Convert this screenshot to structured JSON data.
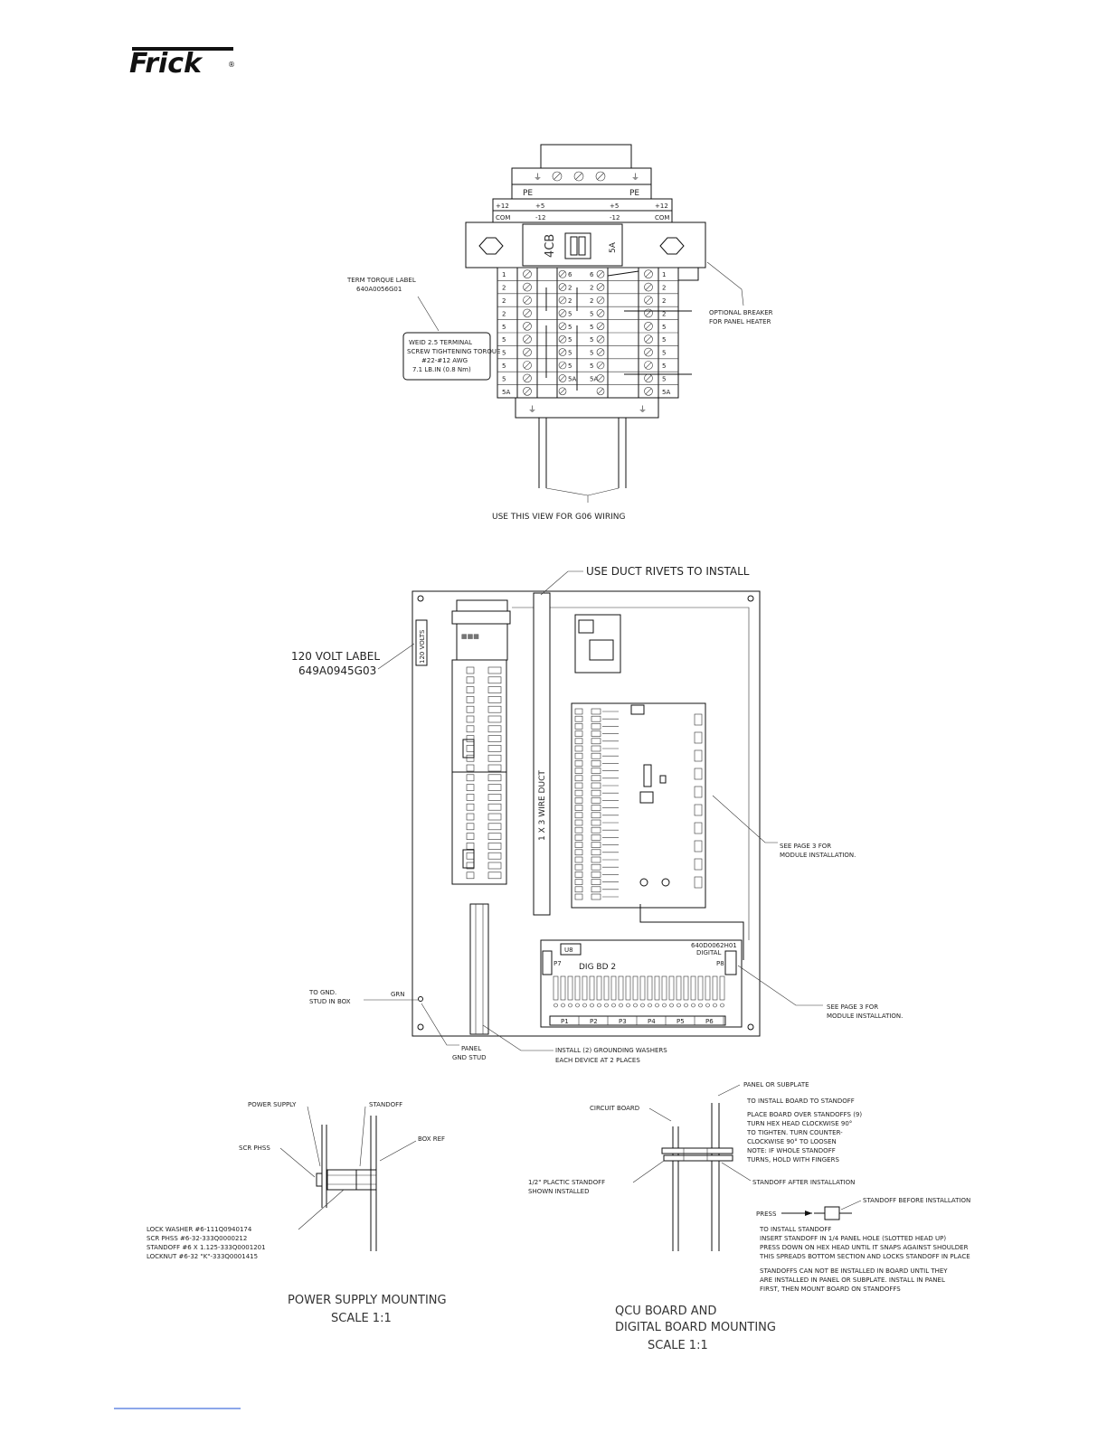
{
  "brand": {
    "logo_text": "Frick",
    "registered": "®"
  },
  "top_view": {
    "pe_left": "PE",
    "pe_right": "PE",
    "supply_row1": [
      "+12",
      "+5",
      "+5",
      "+12"
    ],
    "supply_row2": [
      "COM",
      "-12",
      "-12",
      "COM"
    ],
    "breaker_label": "4CB",
    "breaker_rating": "5A",
    "left_terminals": [
      "1",
      "2",
      "2",
      "2",
      "5",
      "5",
      "5",
      "5",
      "5",
      "5A"
    ],
    "mid_terminals": [
      "6",
      "6",
      "2",
      "2",
      "2",
      "2",
      "5",
      "5",
      "5",
      "5",
      "5",
      "5",
      "5",
      "5",
      "5",
      "5",
      "5A",
      "5A"
    ],
    "right_terminals": [
      "1",
      "2",
      "2",
      "2",
      "5",
      "5",
      "5",
      "5",
      "5",
      "5A"
    ],
    "term_torque_label": [
      "TERM TORQUE LABEL",
      "640A0056G01"
    ],
    "torque_box": [
      "WEID 2.5 TERMINAL",
      "SCREW TIGHTENING TORQUE",
      "#22-#12 AWG",
      "7.1 LB.IN (0.8 Nm)"
    ],
    "optional_breaker": [
      "OPTIONAL BREAKER",
      "FOR PANEL HEATER"
    ],
    "view_note": "USE THIS VIEW FOR G06 WIRING"
  },
  "panel_view": {
    "duct_rivets": "USE DUCT RIVETS TO INSTALL",
    "volt_label": [
      "120 VOLT LABEL",
      "649A0945G03"
    ],
    "volt_tag": "120 VOLTS",
    "wire_duct": "1 X 3 WIRE DUCT",
    "module_note_1": [
      "SEE PAGE 3 FOR",
      "MODULE INSTALLATION."
    ],
    "module_note_2": [
      "SEE PAGE 3 FOR",
      "MODULE INSTALLATION."
    ],
    "gnd_stud_box": [
      "TO GND.",
      "STUD IN BOX"
    ],
    "grn": "GRN",
    "panel_gnd_stud": [
      "PANEL",
      "GND STUD"
    ],
    "grounding_washers": [
      "INSTALL (2) GROUNDING WASHERS",
      "EACH DEVICE AT 2 PLACES"
    ],
    "dig_board": {
      "u8": "U8",
      "title": "DIG BD 2",
      "p7": "P7",
      "p8": "P8",
      "part": [
        "640D0062H01",
        "DIGITAL"
      ],
      "ports": [
        "P1",
        "P2",
        "P3",
        "P4",
        "P5",
        "P6"
      ]
    }
  },
  "power_supply_mount": {
    "power_supply": "POWER SUPPLY",
    "standoff": "STANDOFF",
    "scr_phss": "SCR PHSS",
    "box_ref": "BOX REF",
    "parts": [
      "LOCK WASHER #6-111Q0940174",
      "SCR PHSS #6-32-333Q0000212",
      "STANDOFF #6 X 1.125-333Q0001201",
      "LOCKNUT #6-32 \"K\"-333Q0001415"
    ],
    "title": "POWER SUPPLY MOUNTING",
    "scale": "SCALE 1:1"
  },
  "board_mount": {
    "panel_subplate": "PANEL OR SUBPLATE",
    "circuit_board": "CIRCUIT BOARD",
    "install_board": "TO INSTALL BOARD TO STANDOFF",
    "place_steps": [
      "PLACE BOARD OVER STANDOFFS (9)",
      "TURN HEX HEAD CLOCKWISE 90°",
      "TO TIGHTEN. TURN COUNTER-",
      "CLOCKWISE 90° TO LOOSEN",
      "NOTE: IF WHOLE STANDOFF",
      "TURNS, HOLD WITH FINGERS"
    ],
    "plastic_standoff": [
      "1/2\" PLACTIC STANDOFF",
      "SHOWN INSTALLED"
    ],
    "standoff_after": "STANDOFF AFTER INSTALLATION",
    "standoff_before": "STANDOFF BEFORE INSTALLATION",
    "press": "PRESS",
    "install_steps": [
      "TO INSTALL STANDOFF",
      "INSERT STANDOFF IN 1/4 PANEL HOLE (SLOTTED HEAD UP)",
      "PRESS DOWN ON HEX HEAD UNTIL IT SNAPS AGAINST SHOULDER",
      "THIS SPREADS BOTTOM SECTION AND LOCKS STANDOFF IN PLACE"
    ],
    "caution": [
      "STANDOFFS CAN NOT BE INSTALLED IN BOARD UNTIL THEY",
      "ARE INSTALLED IN PANEL OR SUBPLATE. INSTALL IN PANEL",
      "FIRST, THEN MOUNT BOARD ON STANDOFFS"
    ],
    "title": [
      "QCU BOARD AND",
      "DIGITAL BOARD MOUNTING"
    ],
    "scale": "SCALE 1:1"
  },
  "colors": {
    "line": "#111111",
    "link": "#1a4fd6"
  }
}
